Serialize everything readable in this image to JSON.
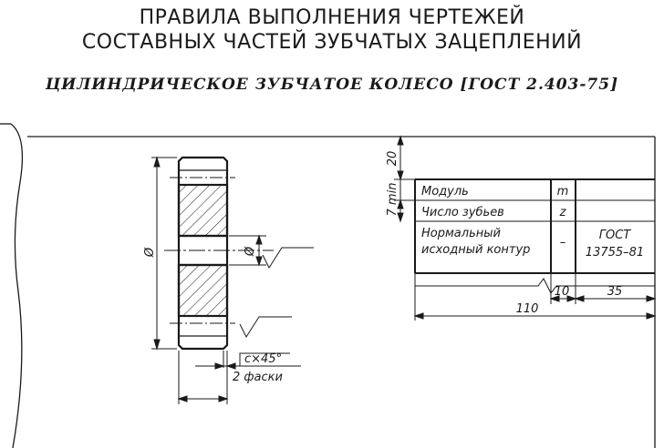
{
  "header": {
    "title_line1": "ПРАВИЛА ВЫПОЛНЕНИЯ ЧЕРТЕЖЕЙ",
    "title_line2": "СОСТАВНЫХ ЧАСТЕЙ ЗУБЧАТЫХ ЗАЦЕПЛЕНИЙ",
    "subtitle": "ЦИЛИНДРИЧЕСКОЕ ЗУБЧАТОЕ КОЛЕСО [ГОСТ 2.403-75]"
  },
  "drawing": {
    "diameter_symbol": "Ø",
    "chamfer_label": "c×45°",
    "chamfer_count_label": "2 фаски"
  },
  "table": {
    "rows": [
      {
        "label": "Модуль",
        "symbol": "m",
        "value": ""
      },
      {
        "label": "Число зубьев",
        "symbol": "z",
        "value": ""
      },
      {
        "label_line1": "Нормальный",
        "label_line2": "исходный контур",
        "symbol": "–",
        "value_line1": "ГОСТ",
        "value_line2": "13755–81"
      }
    ],
    "dims": {
      "top_offset": "20",
      "row_height": "7 min",
      "col_symbol": "10",
      "col_value": "35",
      "total_width": "110"
    }
  }
}
